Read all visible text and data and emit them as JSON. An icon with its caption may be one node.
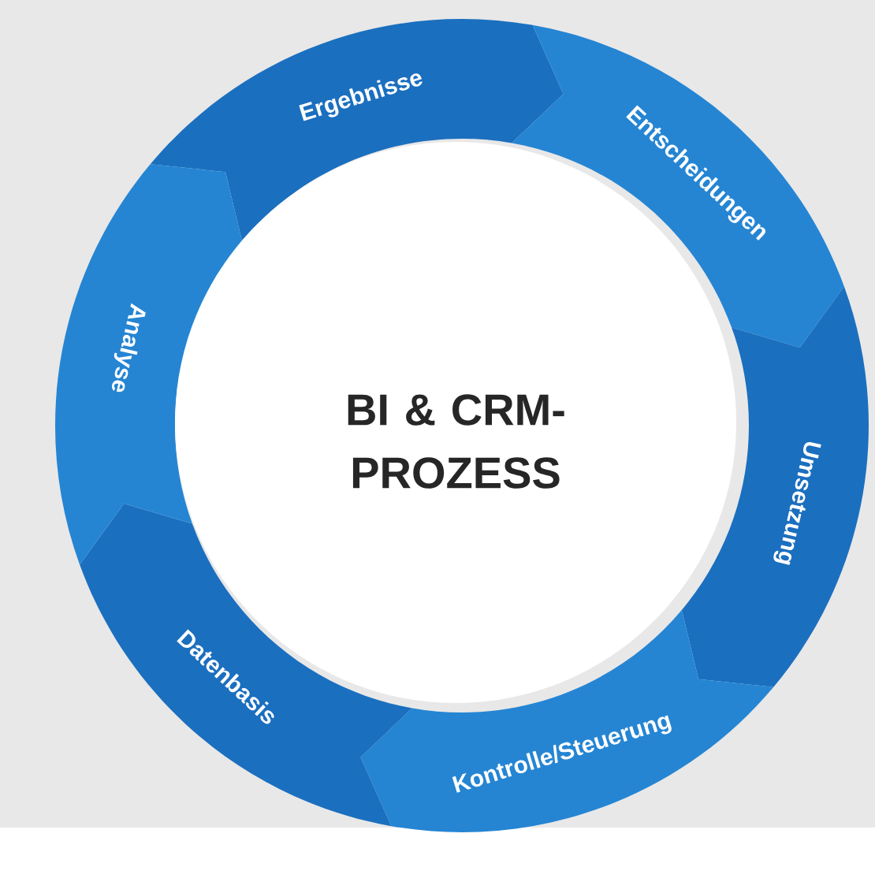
{
  "diagram": {
    "nodes": [
      {
        "text": [
          "BI & CRM- PROZESS"
        ]
      },
      {
        "text": [
          "Ergebnisse"
        ]
      },
      {
        "text": [
          "Entscheidungen"
        ]
      },
      {
        "text": [
          "Umsetzung"
        ]
      },
      {
        "text": [
          "Kontrolle/Steuerung"
        ]
      },
      {
        "text": [
          "Datenbasis"
        ]
      },
      {
        "text": [
          "Analyse"
        ]
      }
    ]
  }
}
